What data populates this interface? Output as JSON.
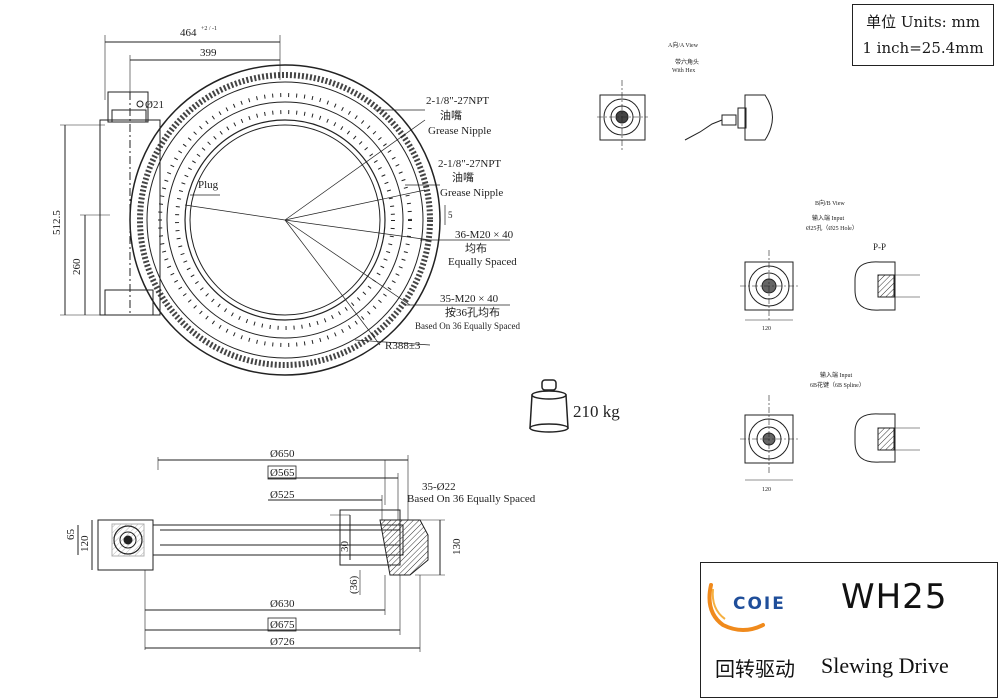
{
  "units": {
    "line1": "单位 Units: mm",
    "line2": "1 inch=25.4mm"
  },
  "front_view": {
    "dim_top_1": "464",
    "dim_top_1_tol": "+2 / -1",
    "dim_top_2": "399",
    "dim_circle": "Ø21",
    "dim_left_1": "512.5",
    "dim_left_2": "260",
    "grease_nipple_1": {
      "spec": "2-1/8\"-27NPT",
      "cn": "油嘴",
      "en": "Grease Nipple"
    },
    "grease_nipple_2": {
      "spec": "2-1/8\"-27NPT",
      "cn": "油嘴",
      "en": "Grease Nipple"
    },
    "plug": "Plug",
    "small_dim": "5",
    "holes_outer": {
      "spec": "36-M20 × 40",
      "cn": "均布",
      "en": "Equally Spaced"
    },
    "holes_inner": {
      "spec": "35-M20 × 40",
      "cn": "按36孔均布",
      "en": "Based On 36 Equally Spaced"
    },
    "radius": "R388±3"
  },
  "weight": "210 kg",
  "section_view": {
    "d650": "Ø650",
    "d565": "Ø565",
    "d525": "Ø525",
    "holes": {
      "spec": "35-Ø22",
      "en": "Based On 36 Equally Spaced"
    },
    "h65": "65",
    "h120": "120",
    "h30": "30",
    "h36": "(36)",
    "h130": "130",
    "d630": "Ø630",
    "d675": "Ø675",
    "d726": "Ø726"
  },
  "view_a": {
    "cn": "A向/A View",
    "sub_cn": "带六角头",
    "sub_en": "With Hex"
  },
  "view_b": {
    "cn": "B向/B View",
    "input_cn": "输入端 Input",
    "input_sub": "Ø25孔（Ø25 Hole）",
    "pp": "P-P",
    "d120": "120"
  },
  "view_c": {
    "input_cn": "输入端 Input",
    "input_sub": "6B花键（6B Spline）",
    "d120": "120"
  },
  "title_block": {
    "brand": "COIE",
    "model": "WH25",
    "name_cn": "回转驱动",
    "name_en": "Slewing Drive"
  },
  "colors": {
    "line": "#222222",
    "logo_orange": "#f08a1c",
    "logo_blue": "#1f4e9a"
  }
}
